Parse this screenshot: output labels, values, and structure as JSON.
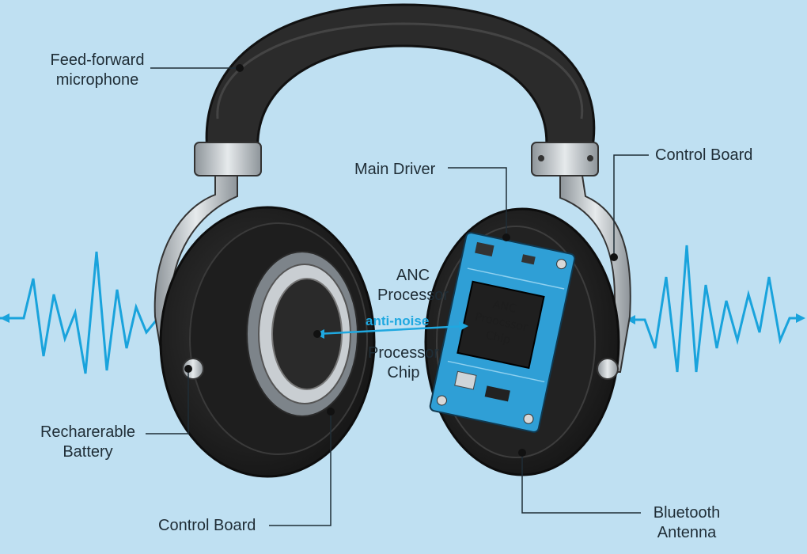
{
  "labels": {
    "feed_forward_mic": "Feed-forward\nmicrophone",
    "control_board_right": "Control Board",
    "main_driver": "Main Driver",
    "anc_processor": "ANC\nProcessor",
    "processor_chip": "Processor\nChip",
    "anti_noise": "anti-noise",
    "rechargeable_battery": "Recharerable\nBattery",
    "control_board_bottom": "Control Board",
    "bluetooth_antenna": "Bluetooth\nAntenna"
  },
  "chip": {
    "line1": "ANC",
    "line2": "Proocssor",
    "line3": "Chip"
  },
  "colors": {
    "background": "#bfe0f2",
    "wave": "#19a3dc",
    "headband": "#2b2b2b",
    "cushion": "#262626",
    "metal": "#b9bfc3",
    "pcb": "#2f9fd6"
  }
}
